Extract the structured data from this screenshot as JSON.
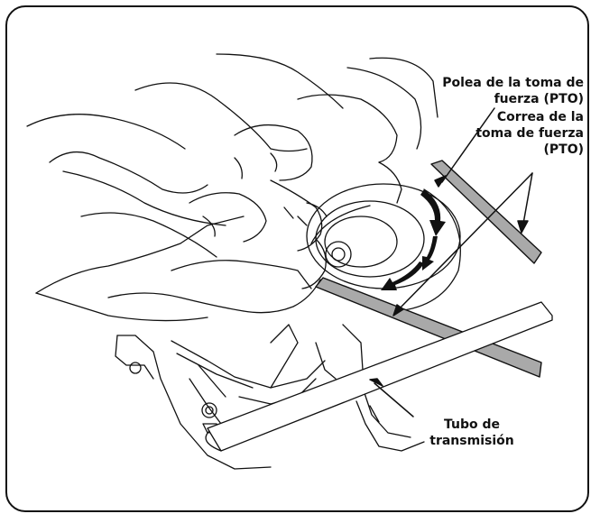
{
  "callouts": {
    "pto_pulley": "Polea de la toma de fuerza (PTO)",
    "pto_belt": "Correa de la toma de fuerza (PTO)",
    "drive_tube": "Tubo de transmisión"
  },
  "colors": {
    "line": "#111111",
    "belt_fill": "#a9a9a9",
    "background": "#ffffff"
  }
}
